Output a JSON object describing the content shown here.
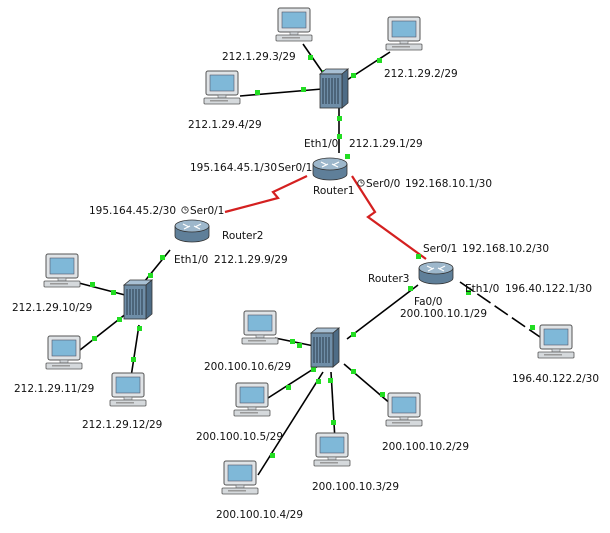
{
  "colors": {
    "ethernet": "#000000",
    "serial": "#d42020",
    "port_up": "#22dd22",
    "pc_body": "#dfe3e6",
    "pc_screen": "#7fb8d8",
    "switch_body": "#6f8ea8",
    "router_body": "#7fa0ba"
  },
  "devices": {
    "router1": {
      "label": "Router1",
      "icon": "router-icon"
    },
    "router2": {
      "label": "Router2",
      "icon": "router-icon"
    },
    "router3": {
      "label": "Router3",
      "icon": "router-icon"
    }
  },
  "interfaces": {
    "r1_eth": "Eth1/0",
    "r1_ser01": "Ser0/1",
    "r1_ser00": "Ser0/0",
    "r2_ser": "Ser0/1",
    "r2_eth": "Eth1/0",
    "r3_ser": "Ser0/1",
    "r3_fa": "Fa0/0",
    "r3_eth": "Eth1/0"
  },
  "addresses": {
    "r1_eth_ip": "212.1.29.1/29",
    "r1_ser01_ip": "195.164.45.1/30",
    "r1_ser00_ip": "192.168.10.1/30",
    "r2_ser_ip": "195.164.45.2/30",
    "r2_eth_ip": "212.1.29.9/29",
    "r3_ser_ip": "192.168.10.2/30",
    "r3_fa_ip": "200.100.10.1/29",
    "r3_eth_ip": "196.40.122.1/30",
    "pc_top_a": "212.1.29.3/29",
    "pc_top_b": "212.1.29.2/29",
    "pc_top_c": "212.1.29.4/29",
    "pc_left_a": "212.1.29.10/29",
    "pc_left_b": "212.1.29.11/29",
    "pc_left_c": "212.1.29.12/29",
    "pc_br_a": "200.100.10.6/29",
    "pc_br_b": "200.100.10.5/29",
    "pc_br_c": "200.100.10.4/29",
    "pc_br_d": "200.100.10.3/29",
    "pc_br_e": "200.100.10.2/29",
    "pc_right": "196.40.122.2/30"
  }
}
